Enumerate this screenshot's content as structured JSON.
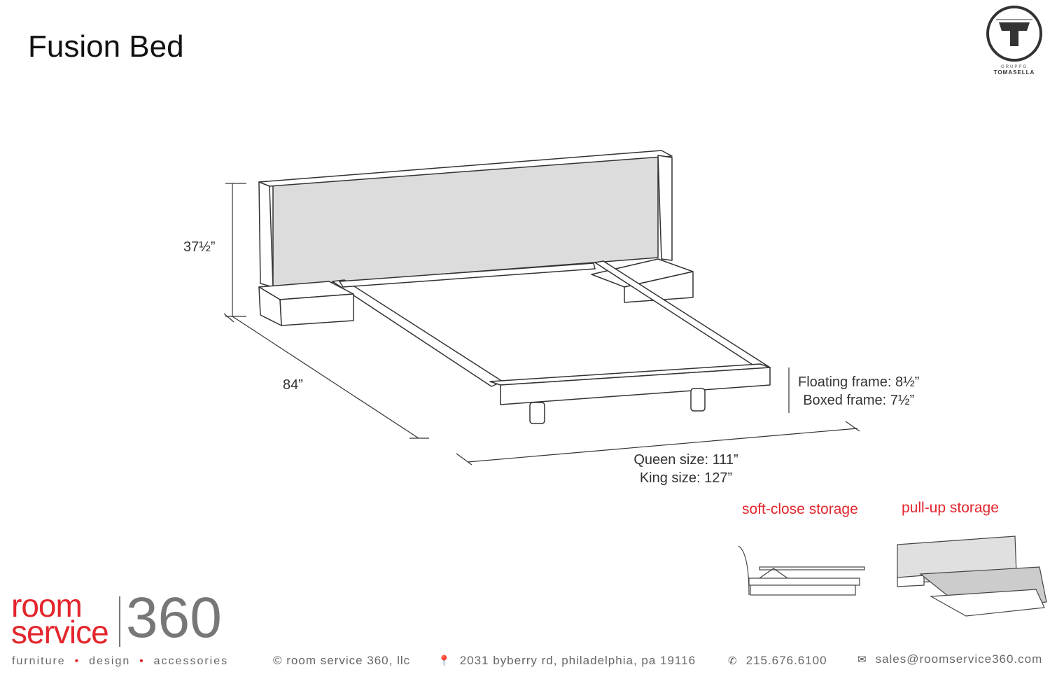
{
  "title": "Fusion Bed",
  "brand_logo": {
    "name": "GRUPPO TOMASELLA",
    "top": "GRUPPO",
    "bottom": "TOMASELLA"
  },
  "dimensions": {
    "height": "37½”",
    "depth": "84”",
    "frame": [
      "Floating frame: 8½”",
      "Boxed frame: 7½”"
    ],
    "width": [
      "Queen size: 111”",
      "King size: 127”"
    ]
  },
  "storage": {
    "soft_close": "soft-close storage",
    "pull_up": "pull-up storage"
  },
  "footer": {
    "logo": {
      "word1": "room",
      "word2": "service",
      "number": "360",
      "tagline": [
        "furniture",
        "design",
        "accessories"
      ]
    },
    "copyright": "© room service 360, llc",
    "address": "2031 byberry rd, philadelphia, pa 19116",
    "phone": "215.676.6100",
    "email": "sales@roomservice360.com"
  }
}
